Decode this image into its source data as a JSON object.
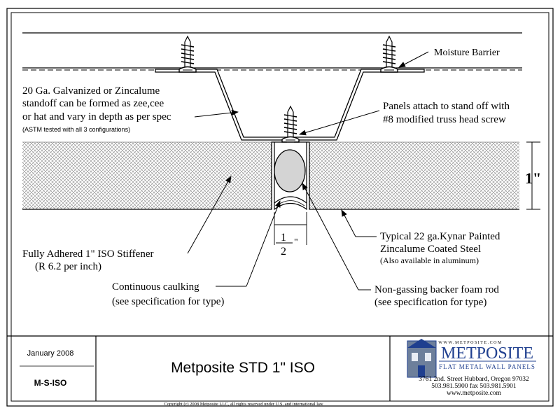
{
  "callouts": {
    "moisture_barrier": "Moisture Barrier",
    "standoff_line1": "20 Ga. Galvanized or Zincalume",
    "standoff_line2": "standoff can be formed as zee,cee",
    "standoff_line3": "or hat and vary in depth as per spec",
    "standoff_note": "(ASTM tested with all 3 configurations)",
    "screw_line1": "Panels attach to stand off with",
    "screw_line2": "#8 modified truss head screw",
    "thickness": "1\"",
    "stiffener_line1": "Fully Adhered 1\" ISO Stiffener",
    "stiffener_line2": "(R 6.2 per inch)",
    "joint_numerator": "1",
    "joint_inch": "\"",
    "joint_denominator": "2",
    "steel_line1": "Typical 22 ga.Kynar Painted",
    "steel_line2": "Zincalume Coated Steel",
    "steel_note": "(Also available in aluminum)",
    "caulk_line1": "Continuous caulking",
    "caulk_line2": "(see specification for type)",
    "foam_line1": "Non-gassing backer foam rod",
    "foam_line2": "(see specification for type)"
  },
  "title_block": {
    "date": "January 2008",
    "drawing_number": "M-S-ISO",
    "title": "Metposite STD 1\" ISO",
    "logo_url_text": "WWW.METPOSITE.COM",
    "company": "METPOSITE",
    "tagline": "FLAT METAL WALL PANELS",
    "address": "3761 2nd. Street Hubbard, Oregon 97032",
    "phone": "503.981.5900 fax 503.981.5901",
    "website": "www.metposite.com"
  },
  "copyright": "Copyright (c) 2008 Metposite LLC, all rights reserved under U.S. and international law",
  "colors": {
    "brand_blue": "#1f3f8f",
    "foam_rod": "#d4d4d4"
  }
}
